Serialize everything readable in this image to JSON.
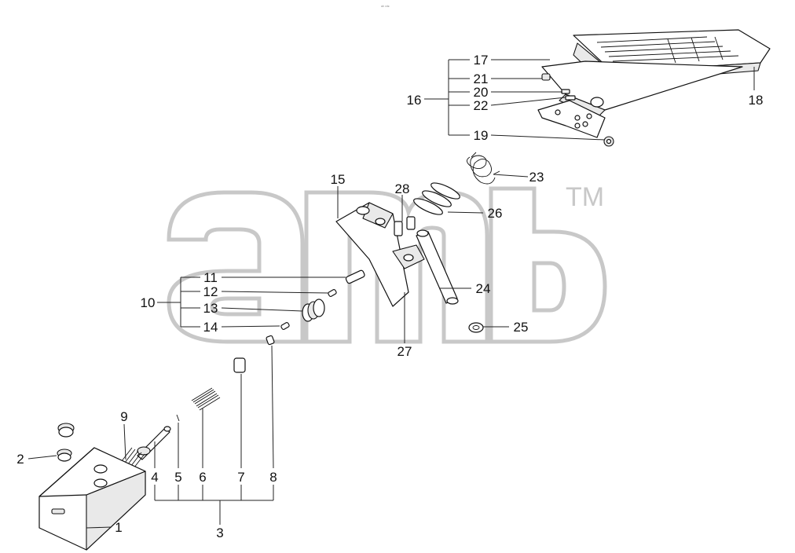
{
  "header": {
    "tiny_mark": "ᵃᵇ ᶜᵈᵉ"
  },
  "watermark": {
    "letters": "amb",
    "tm": "TM",
    "color": "#c8c8c8"
  },
  "callouts": {
    "c1": "1",
    "c2": "2",
    "c3": "3",
    "c4": "4",
    "c5": "5",
    "c6": "6",
    "c7": "7",
    "c8": "8",
    "c9": "9",
    "c10": "10",
    "c11": "11",
    "c12": "12",
    "c13": "13",
    "c14": "14",
    "c15": "15",
    "c16": "16",
    "c17": "17",
    "c18": "18",
    "c19": "19",
    "c20": "20",
    "c21": "21",
    "c22": "22",
    "c23": "23",
    "c24": "24",
    "c25": "25",
    "c26": "26",
    "c27": "27",
    "c28": "28"
  }
}
